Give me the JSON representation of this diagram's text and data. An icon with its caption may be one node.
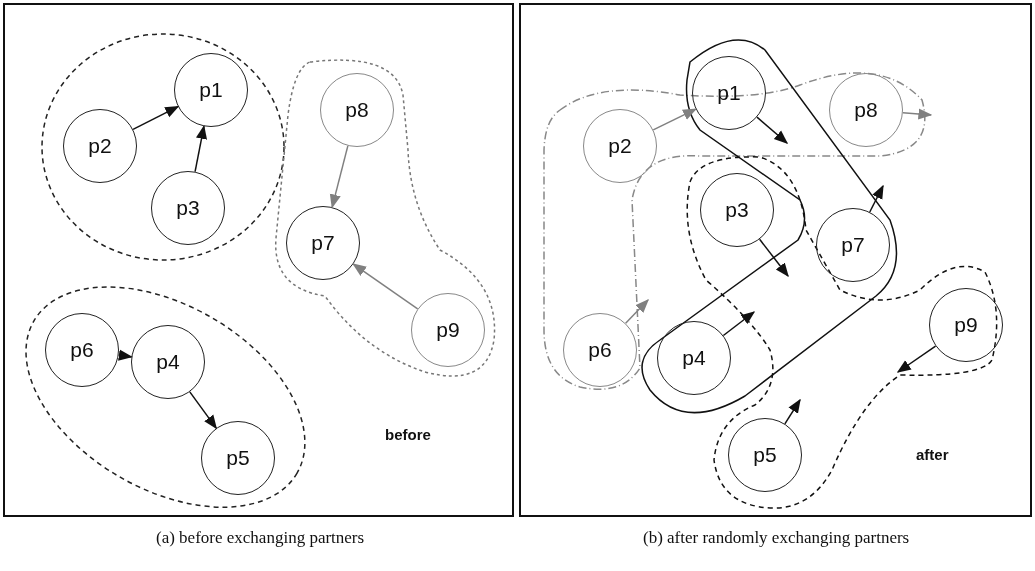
{
  "diagram": {
    "nodes": [
      {
        "text": [
          "before"
        ]
      },
      {
        "text": [],
        "shape": "ellipse",
        "in": 0
      },
      {
        "text": [
          "p1"
        ],
        "in": 1
      },
      {
        "text": [
          "p2"
        ],
        "in": 1
      },
      {
        "text": [
          "p3"
        ],
        "in": 1
      },
      {
        "text": [],
        "shape": "blob",
        "in": 0
      },
      {
        "text": [
          "p8"
        ],
        "in": 5
      },
      {
        "text": [
          "p7"
        ],
        "in": 5
      },
      {
        "text": [
          "p9"
        ],
        "in": 5
      },
      {
        "text": [],
        "shape": "ellipse",
        "in": 0
      },
      {
        "text": [
          "p6"
        ],
        "in": 9
      },
      {
        "text": [
          "p4"
        ],
        "in": 9
      },
      {
        "text": [
          "p5"
        ],
        "in": 9
      },
      {
        "text": [
          "after"
        ]
      },
      {
        "text": [
          "p1"
        ],
        "in": 13
      },
      {
        "text": [
          "p8"
        ],
        "in": 13
      },
      {
        "text": [
          "p2"
        ],
        "in": 13
      },
      {
        "text": [
          "p3"
        ],
        "in": 13
      },
      {
        "text": [
          "p7"
        ],
        "in": 13
      },
      {
        "text": [
          "p6"
        ],
        "in": 13
      },
      {
        "text": [
          "p4"
        ],
        "in": 13
      },
      {
        "text": [
          "p9"
        ],
        "in": 13
      },
      {
        "text": [
          "p5"
        ],
        "in": 13
      }
    ],
    "edges": [
      {
        "from": 3,
        "to": 2,
        "arrow": "to"
      },
      {
        "from": 4,
        "to": 2,
        "arrow": "to"
      },
      {
        "from": 6,
        "to": 7,
        "arrow": "to",
        "color": "#808080"
      },
      {
        "from": 8,
        "to": 7,
        "arrow": "to",
        "color": "#808080"
      },
      {
        "from": 10,
        "to": 11,
        "arrow": "to"
      },
      {
        "from": 11,
        "to": 12,
        "arrow": "to"
      },
      {
        "from": 14,
        "to": null,
        "arrow": "to"
      },
      {
        "from": 15,
        "to": null,
        "arrow": "to",
        "color": "#808080"
      },
      {
        "from": 16,
        "to": 14,
        "arrow": "to",
        "color": "#808080"
      },
      {
        "from": 17,
        "to": null,
        "arrow": "to"
      },
      {
        "from": 18,
        "to": null,
        "arrow": "to"
      },
      {
        "from": 19,
        "to": null,
        "arrow": "to",
        "color": "#808080"
      },
      {
        "from": 20,
        "to": null,
        "arrow": "to"
      },
      {
        "from": 21,
        "to": null,
        "arrow": "to"
      },
      {
        "from": 22,
        "to": null,
        "arrow": "to"
      }
    ],
    "labels": [
      "(a) before exchanging partners",
      "(b) after randomly exchanging partners"
    ]
  }
}
